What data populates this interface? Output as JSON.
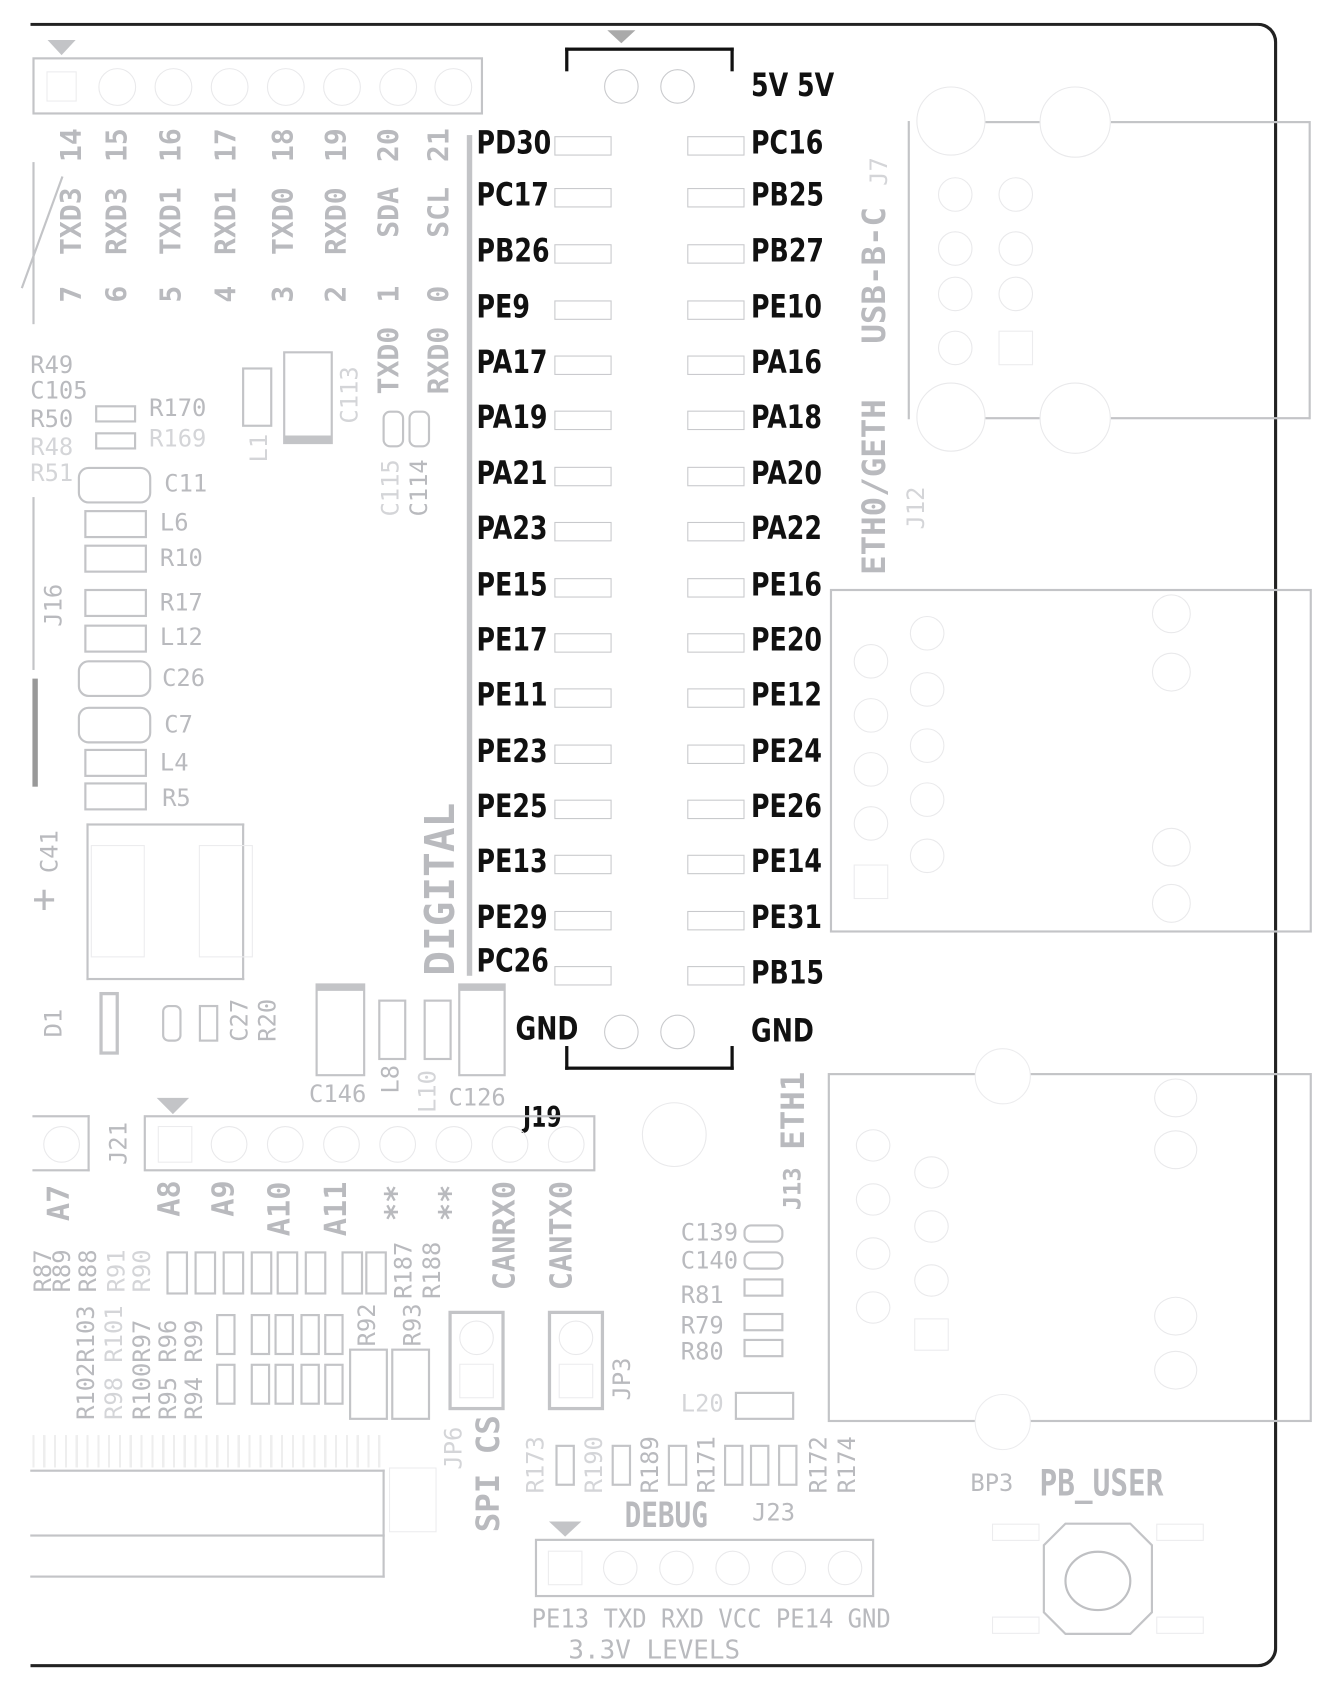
{
  "j19": {
    "ref": "J19",
    "top_label": "5V 5V",
    "gnd_left": "GND",
    "gnd_right": "GND",
    "left": [
      "PD30",
      "PC17",
      "PB26",
      "PE9",
      "PA17",
      "PA19",
      "PA21",
      "PA23",
      "PE15",
      "PE17",
      "PE11",
      "PE23",
      "PE25",
      "PE13",
      "PE29",
      "PC26"
    ],
    "right": [
      "PC16",
      "PB25",
      "PB27",
      "PE10",
      "PA16",
      "PA18",
      "PA20",
      "PA22",
      "PE16",
      "PE20",
      "PE12",
      "PE24",
      "PE26",
      "PE14",
      "PE31",
      "PB15"
    ]
  },
  "digital_header": {
    "title": "DIGITAL",
    "columns": [
      {
        "num": "7",
        "name": "TXD3",
        "pin": "14"
      },
      {
        "num": "6",
        "name": "RXD3",
        "pin": "15"
      },
      {
        "num": "5",
        "name": "TXD1",
        "pin": "16"
      },
      {
        "num": "4",
        "name": "RXD1",
        "pin": "17"
      },
      {
        "num": "3",
        "name": "TXD0",
        "pin": "18"
      },
      {
        "num": "2",
        "name": "RXD0",
        "pin": "19"
      },
      {
        "num": "1",
        "name": "SDA",
        "pin": "20"
      },
      {
        "num": "0",
        "name": "SCL",
        "pin": "21"
      }
    ],
    "sub_labels": [
      "TXD0",
      "RXD0"
    ]
  },
  "connectors": {
    "usb": "USB-B-C",
    "usb_ref": "J7",
    "eth0": "ETH0/GETH",
    "eth0_ref": "J12",
    "eth1": "ETH1",
    "eth1_ref": "J13",
    "j16": "J16",
    "j21": "J21",
    "j21_pins": [
      "A7",
      "A8",
      "A9",
      "A10",
      "A11",
      "**",
      "**",
      "CANRX0",
      "CANTX0"
    ],
    "debug": "DEBUG",
    "debug_ref": "J23",
    "debug_pins": "PE13 TXD RXD VCC PE14 GND",
    "debug_levels": "3.3V LEVELS",
    "jp6": "JP6",
    "jp3": "JP3",
    "spi_cs": "SPI CS",
    "button_ref": "BP3",
    "button_label": "PB_USER"
  },
  "components": {
    "left_clipped": [
      "R49",
      "C105",
      "R50",
      "R48",
      "R51"
    ],
    "left_column": [
      "R170",
      "R169",
      "C11",
      "L6",
      "R10",
      "R17",
      "L12",
      "C26",
      "C7",
      "L4",
      "R5"
    ],
    "c113": "C113",
    "l1": "L1",
    "c115": "C115",
    "c114": "C114",
    "c41": "C41",
    "plus": "+",
    "d1": "D1",
    "c27": "C27",
    "r20": "R20",
    "c146": "C146",
    "l8": "L8",
    "l10": "L10",
    "c126": "C126",
    "r_row1": [
      "R87",
      "R89",
      "R88",
      "R91",
      "R90"
    ],
    "r187": "R187",
    "r188": "R188",
    "r_row2": [
      "R102R103",
      "R98 R101",
      "R100R97",
      "R95 R96",
      "R94 R99"
    ],
    "r92": "R92",
    "r93": "R93",
    "right_small": [
      "C139",
      "C140",
      "R81",
      "R79",
      "R80",
      "L20"
    ],
    "debug_res": [
      "R173",
      "R190",
      "R189",
      "R171",
      "R172",
      "R174"
    ]
  }
}
